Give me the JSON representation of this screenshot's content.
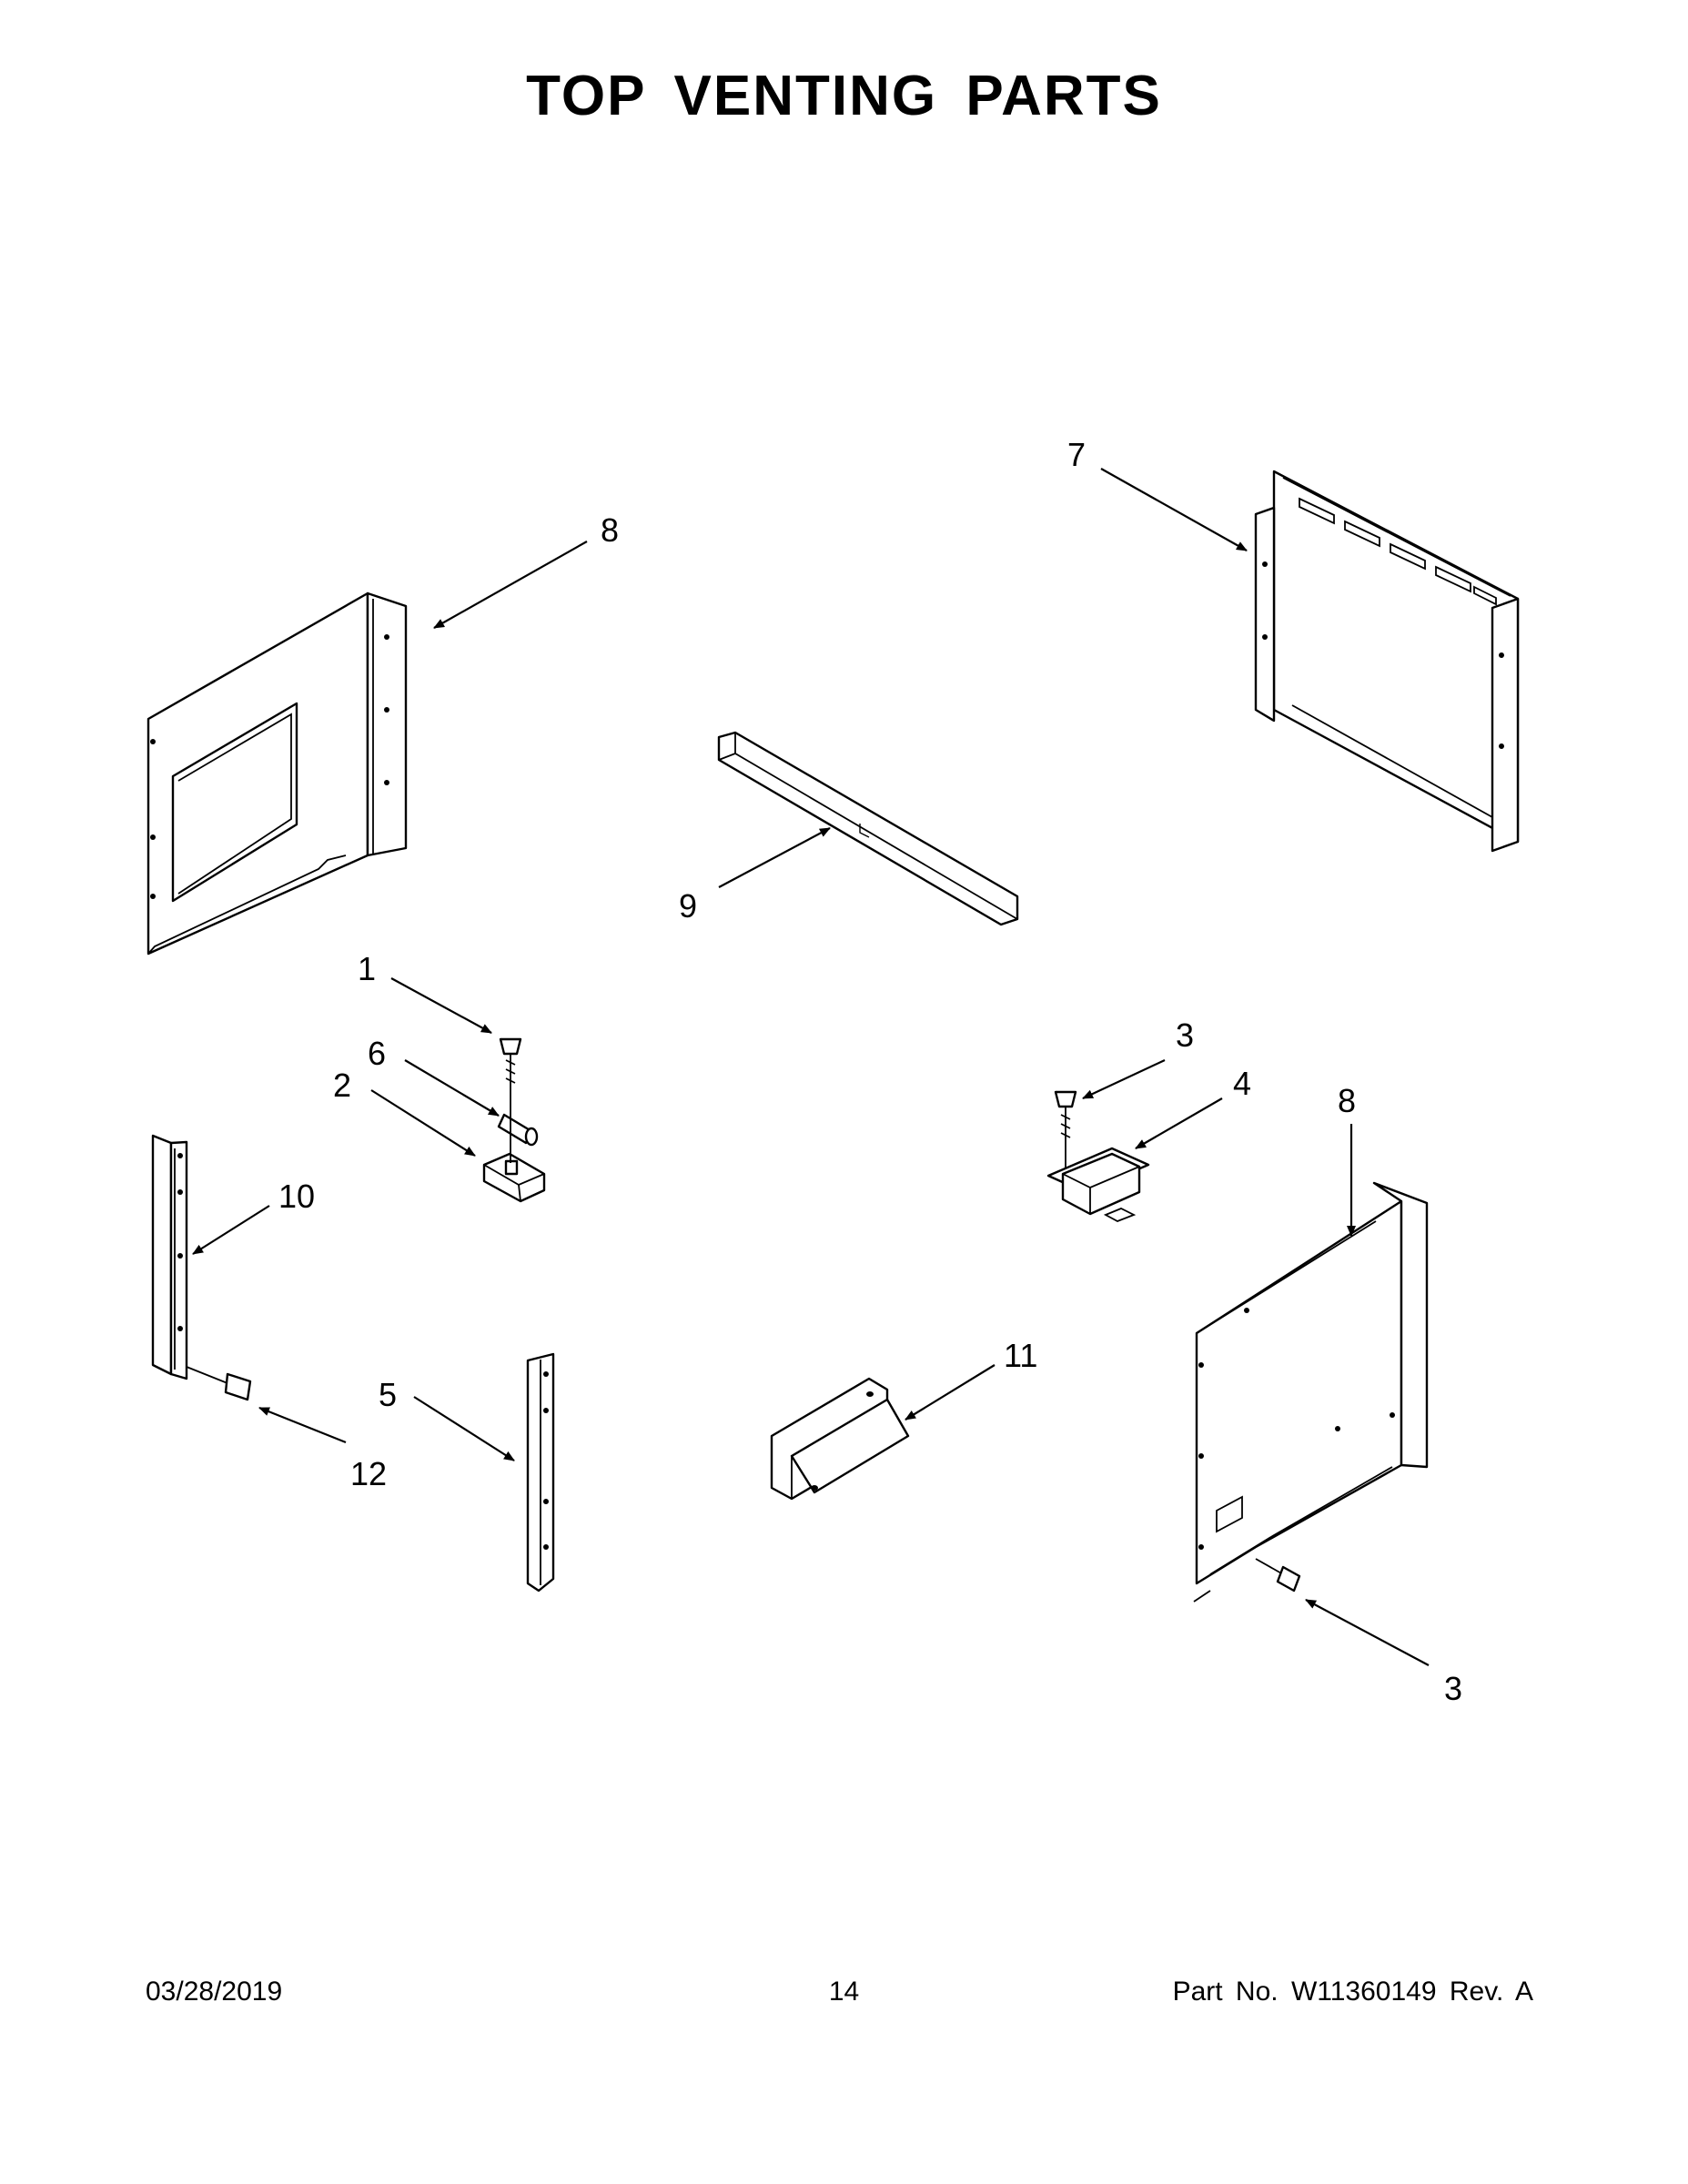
{
  "title": "TOP VENTING PARTS",
  "callouts": {
    "c1": "1",
    "c2": "2",
    "c3a": "3",
    "c3b": "3",
    "c4": "4",
    "c5": "5",
    "c6": "6",
    "c7": "7",
    "c8a": "8",
    "c8b": "8",
    "c9": "9",
    "c10": "10",
    "c11": "11",
    "c12": "12"
  },
  "footer": {
    "date": "03/28/2019",
    "page": "14",
    "part": "Part No.  W11360149  Rev.  A"
  }
}
